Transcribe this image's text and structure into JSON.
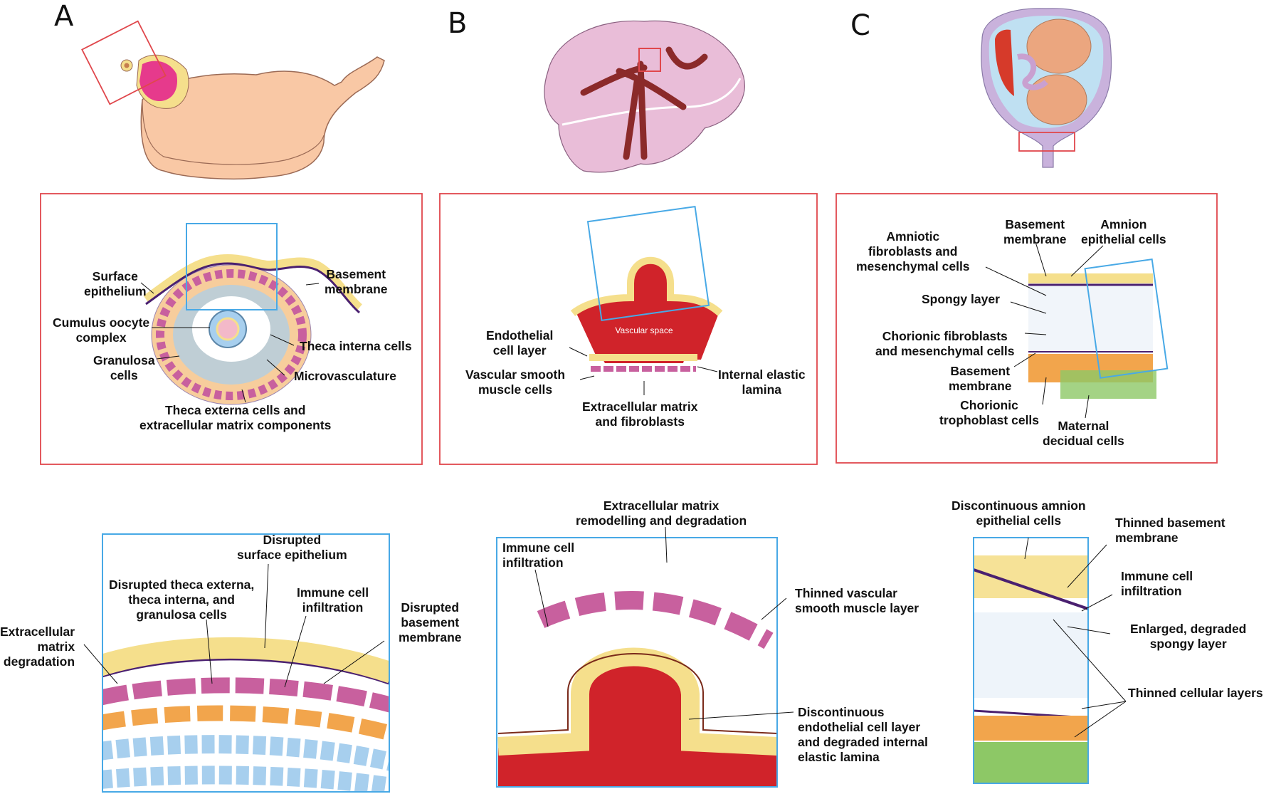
{
  "panels": {
    "A": {
      "letter": "A",
      "inset_labels": {
        "surface_epithelium": "Surface\nepithelium",
        "basement_membrane": "Basement\nmembrane",
        "cumulus_oocyte_complex": "Cumulus oocyte\ncomplex",
        "theca_interna_cells": "Theca interna cells",
        "granulosa_cells": "Granulosa\ncells",
        "microvasculature": "Microvasculature",
        "theca_externa": "Theca externa cells and\nextracellular matrix components"
      },
      "detail_labels": {
        "disrupted_surface_epithelium": "Disrupted\nsurface epithelium",
        "disrupted_theca": "Disrupted theca externa,\ntheca interna, and\ngranulosa cells",
        "immune_cell_infiltration": "Immune cell\ninfiltration",
        "disrupted_basement_membrane": "Disrupted\nbasement\nmembrane",
        "ecm_degradation": "Extracellular\nmatrix\ndegradation"
      }
    },
    "B": {
      "letter": "B",
      "inset_labels": {
        "vascular_space": "Vascular space",
        "endothelial_cell_layer": "Endothelial\ncell layer",
        "vascular_smooth_muscle_cells": "Vascular smooth\nmuscle cells",
        "internal_elastic_lamina": "Internal elastic\nlamina",
        "ecm_fibroblasts": "Extracellular matrix\nand fibroblasts"
      },
      "detail_labels": {
        "ecm_remodelling": "Extracellular matrix\nremodelling and degradation",
        "immune_cell_infiltration": "Immune cell\ninfiltration",
        "thinned_vsm_layer": "Thinned vascular\nsmooth muscle layer",
        "discontinuous_endothelial": "Discontinuous\nendothelial cell layer\nand degraded internal\nelastic lamina"
      }
    },
    "C": {
      "letter": "C",
      "inset_labels": {
        "basement_membrane_top": "Basement\nmembrane",
        "amnion_epithelial_cells": "Amnion\nepithelial cells",
        "amniotic_fibroblasts": "Amniotic\nfibroblasts and\nmesenchymal cells",
        "spongy_layer": "Spongy layer",
        "chorionic_fibroblasts": "Chorionic fibroblasts\nand mesenchymal cells",
        "basement_membrane_bottom": "Basement\nmembrane",
        "chorionic_trophoblast": "Chorionic\ntrophoblast cells",
        "maternal_decidual": "Maternal\ndecidual cells"
      },
      "detail_labels": {
        "discontinuous_amnion": "Discontinuous amnion\nepithelial cells",
        "thinned_basement_membrane": "Thinned basement\nmembrane",
        "immune_cell_infiltration": "Immune cell\ninfiltration",
        "enlarged_spongy_layer": "Enlarged, degraded\nspongy layer",
        "thinned_cellular_layers": "Thinned cellular layers"
      }
    }
  },
  "colors": {
    "frame_red": "#e0474c",
    "frame_blue": "#48a9e6",
    "vascular_red": "#d0232a",
    "epithelial_yellow": "#f5df8c",
    "theca_pink": "#c8609e",
    "immune_green": "#8dc866",
    "granulosa_blue": "#a7cfee",
    "theca_orange": "#f2a54c",
    "fibroblast_tan": "#d5b7a3",
    "membrane_purple": "#4a2070",
    "ovary_peach": "#f9c8a5",
    "brain_pink": "#e9bdd8",
    "uterus_lilac": "#c9b2dc",
    "fetus_tan": "#eba67f",
    "amniotic_blue": "#bfe0f2"
  }
}
